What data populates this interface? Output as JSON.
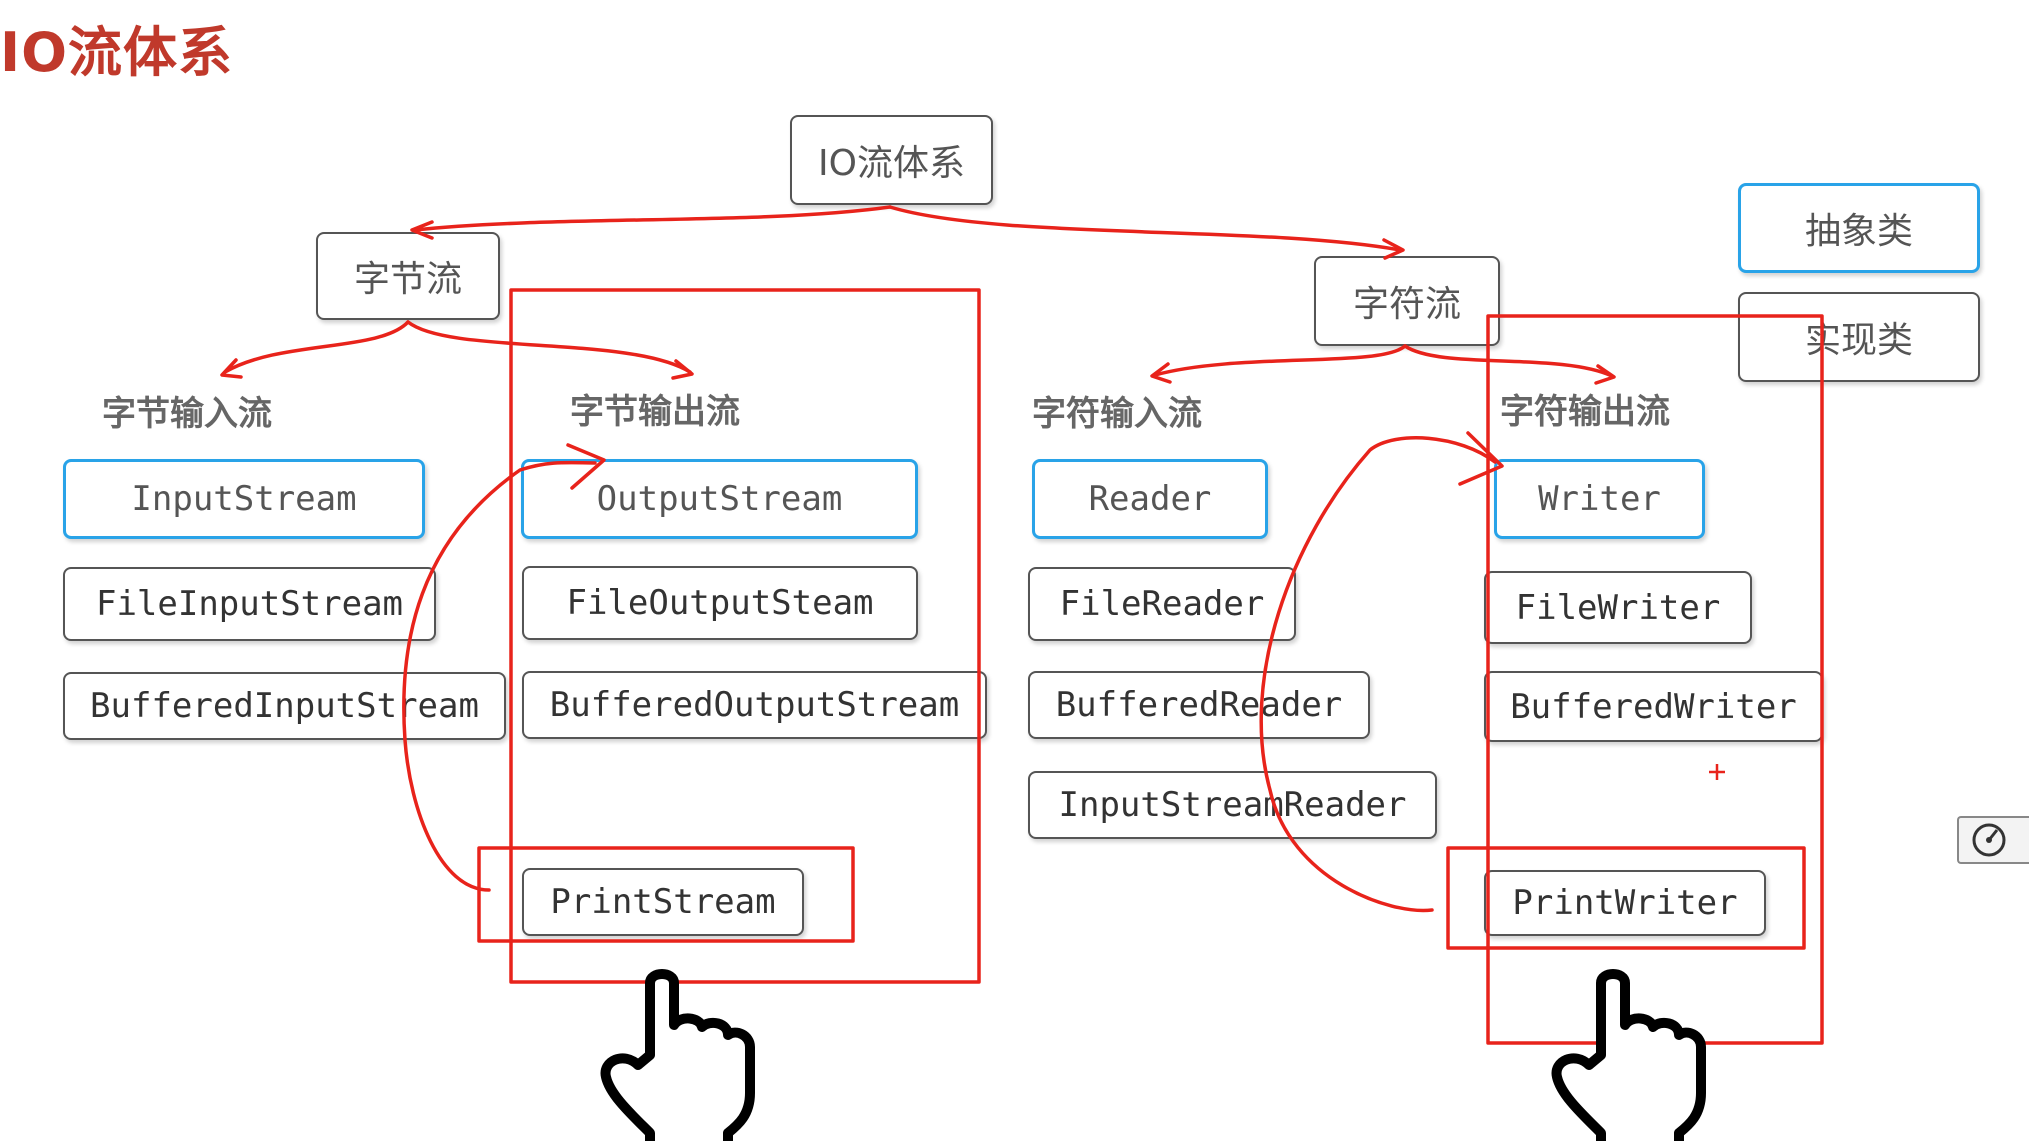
{
  "title": "IO流体系",
  "root": "IO流体系",
  "byte_stream": "字节流",
  "char_stream": "字符流",
  "legend": {
    "abstract": "抽象类",
    "impl": "实现类"
  },
  "columns": {
    "byte_in": {
      "header": "字节输入流",
      "abstract": "InputStream",
      "impls": [
        "FileInputStream",
        "BufferedInputStream"
      ]
    },
    "byte_out": {
      "header": "字节输出流",
      "abstract": "OutputStream",
      "impls": [
        "FileOutputSteam",
        "BufferedOutputStream",
        "PrintStream"
      ]
    },
    "char_in": {
      "header": "字符输入流",
      "abstract": "Reader",
      "impls": [
        "FileReader",
        "BufferedReader",
        "InputStreamReader"
      ]
    },
    "char_out": {
      "header": "字符输出流",
      "abstract": "Writer",
      "impls": [
        "FileWriter",
        "BufferedWriter",
        "PrintWriter"
      ]
    }
  },
  "annotation_color": "#e8231b",
  "accent_color": "#29a3e8"
}
